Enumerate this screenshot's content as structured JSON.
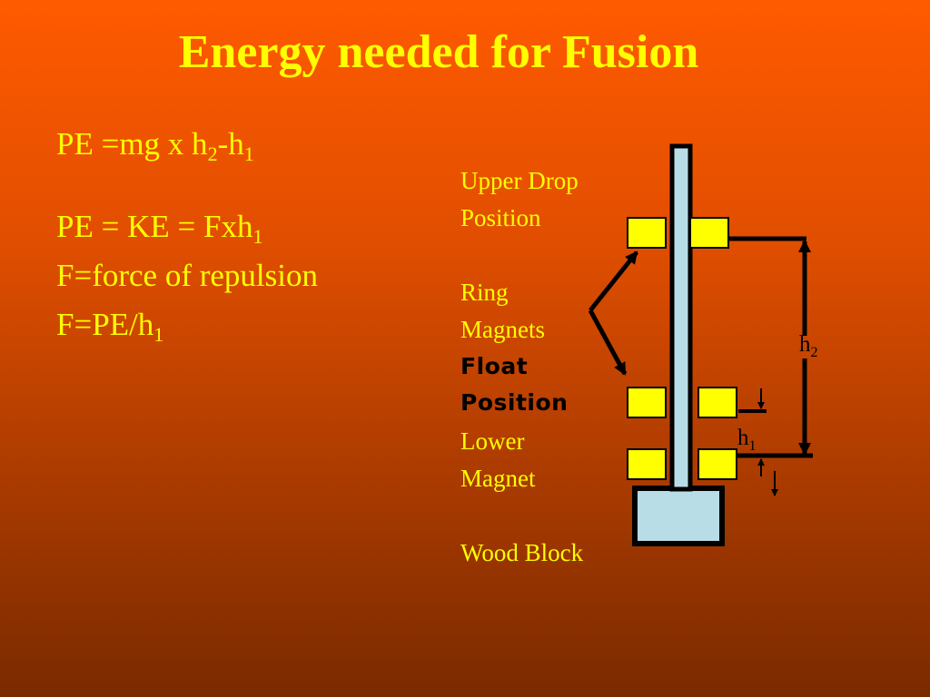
{
  "title": "Energy needed for Fusion",
  "equations": {
    "line1": {
      "a": "PE =mg x h",
      "sub1": "2",
      "b": "-h",
      "sub2": "1"
    },
    "line2": {
      "a": "PE = KE = Fxh",
      "sub1": "1"
    },
    "line3": "F=force of repulsion",
    "line4": {
      "a": "F=PE/h",
      "sub1": "1"
    }
  },
  "labels": {
    "upper_drop_1": "Upper Drop",
    "upper_drop_2": "Position",
    "ring_1": "Ring",
    "ring_2": "Magnets",
    "float_1": "Float",
    "float_2": "Position",
    "lower_1": "Lower",
    "lower_2": "Magnet",
    "wood": "Wood Block"
  },
  "dimensions": {
    "h2": {
      "base": "h",
      "sub": "2"
    },
    "h1": {
      "base": "h",
      "sub": "1"
    }
  },
  "colors": {
    "text": "#ffff00",
    "magnet": "#ffff00",
    "rod": "#b8dde6",
    "block": "#b8dde6",
    "outline": "#000000"
  }
}
